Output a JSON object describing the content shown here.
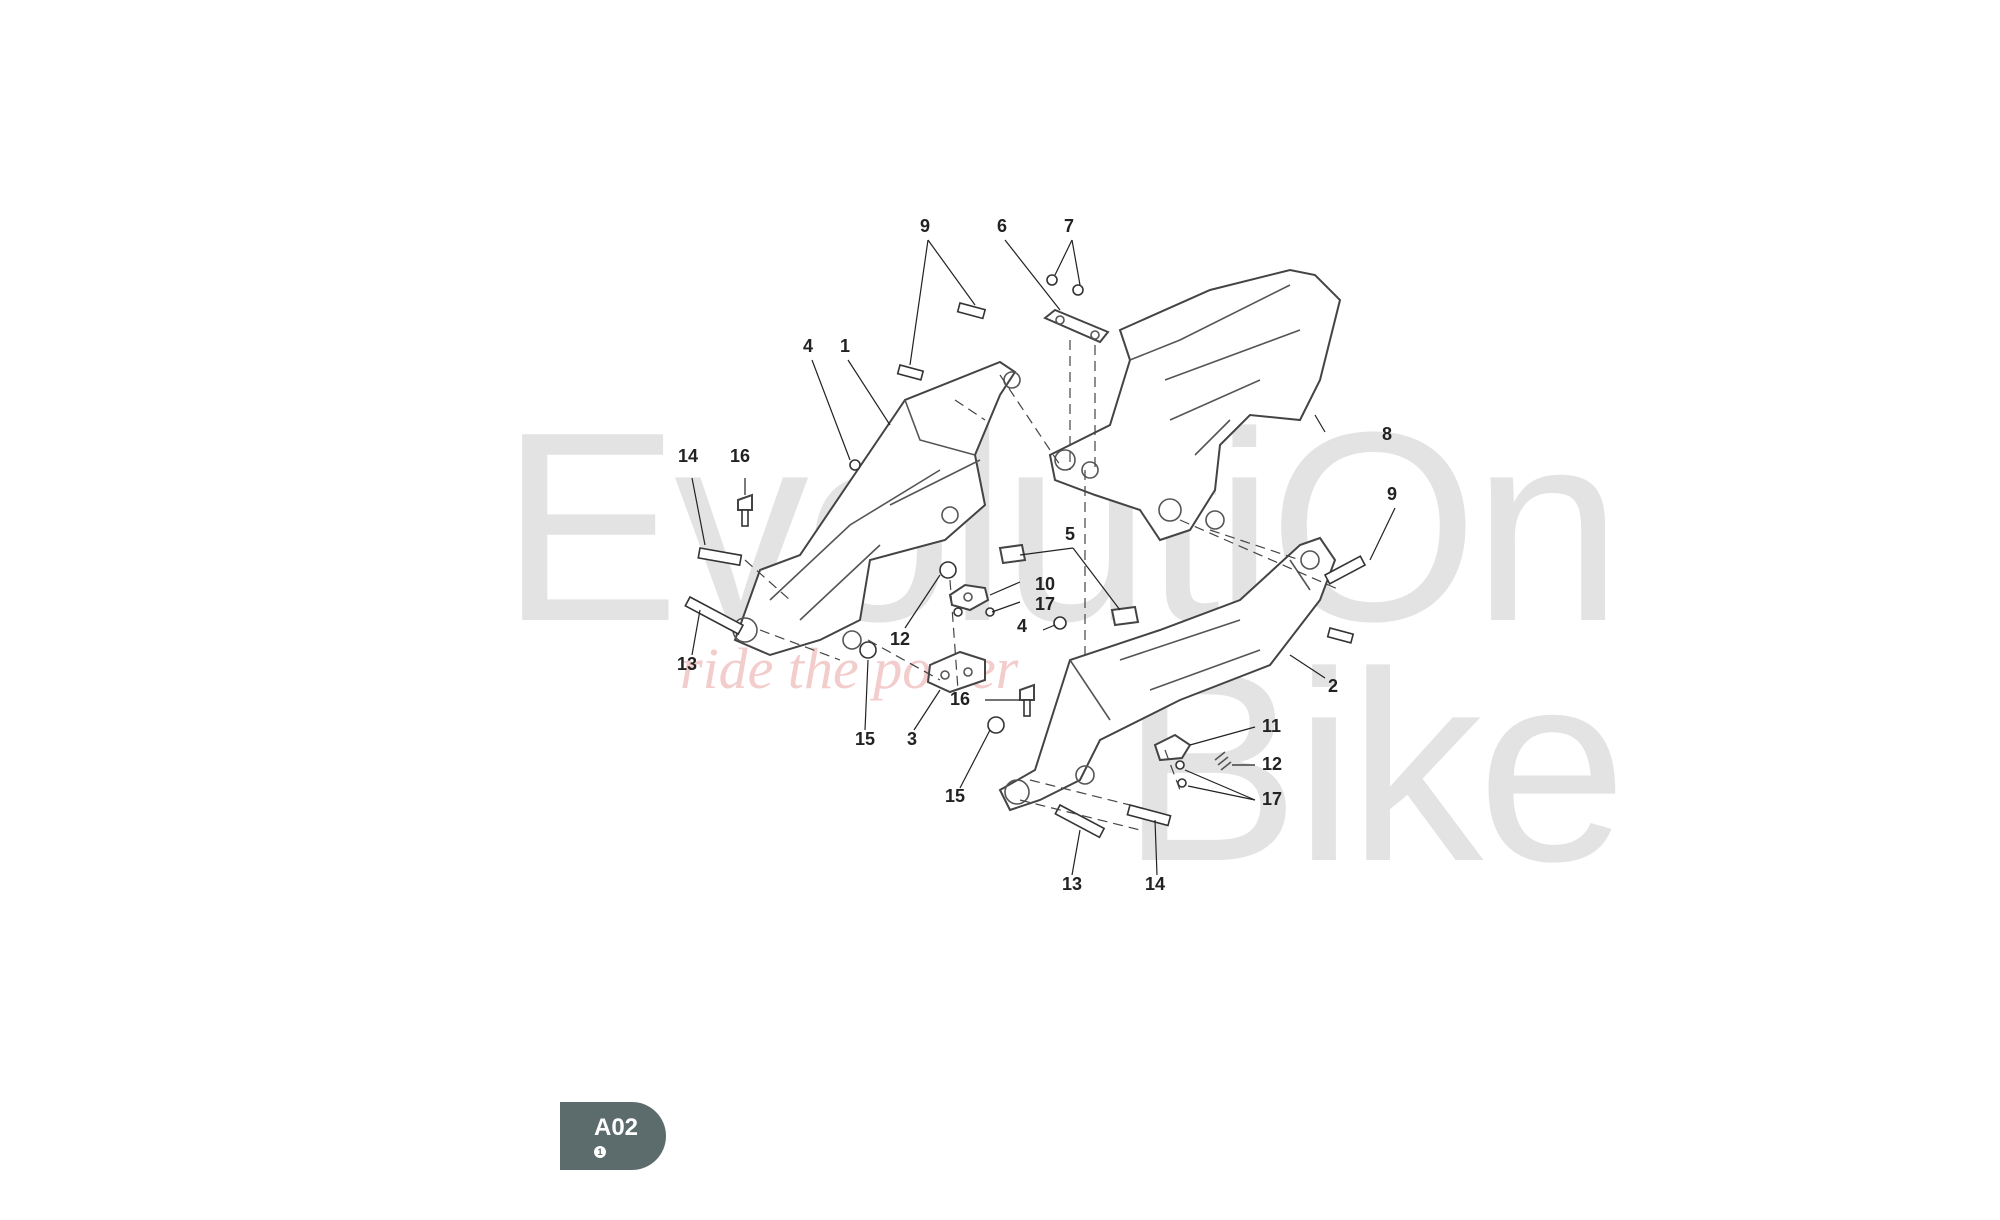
{
  "watermark": {
    "word1": "EvolutiOn",
    "word2": "Bike",
    "tagline": "ride the power"
  },
  "diagram_code": "A02",
  "diagram_page": "1",
  "callouts": {
    "p9a": "9",
    "p6": "6",
    "p7": "7",
    "p4a": "4",
    "p1": "1",
    "p8": "8",
    "p14a": "14",
    "p16a": "16",
    "p9b": "9",
    "p5": "5",
    "p10": "10",
    "p17a": "17",
    "p12a": "12",
    "p4b": "4",
    "p13a": "13",
    "p15a": "15",
    "p3": "3",
    "p16b": "16",
    "p2": "2",
    "p11": "11",
    "p12b": "12",
    "p15b": "15",
    "p17b": "17",
    "p13b": "13",
    "p14b": "14"
  }
}
